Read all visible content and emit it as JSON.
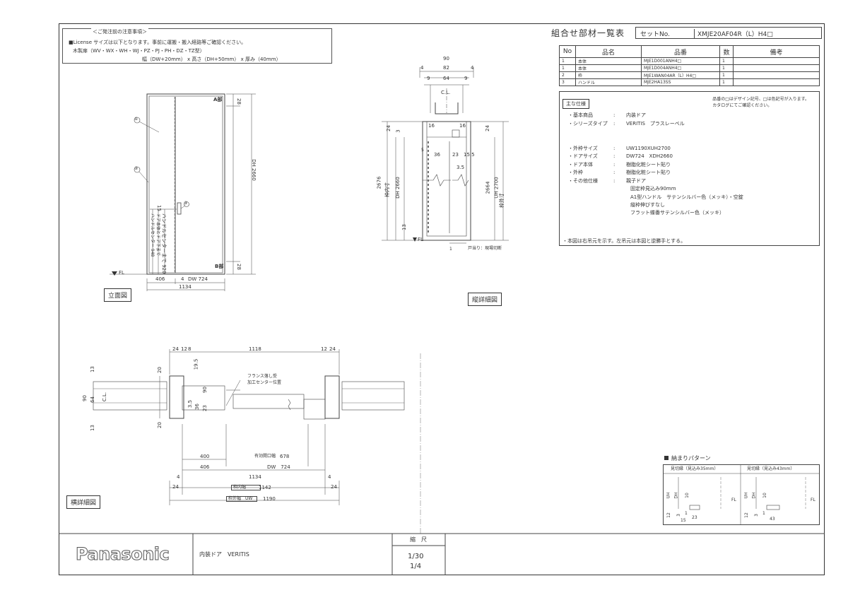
{
  "notice": {
    "title": "＜ご発注前の注意事項＞",
    "line1": "■License サイズは以下となります。事前に運搬・搬入経路等ご確認ください。",
    "line2": "木製扉（WV・WX・WH・WJ・PZ・PJ・PH・DZ・TZ型）",
    "line3": "幅（DW+20mm） x 高さ（DH+50mm） x 厚み（40mm）"
  },
  "header": {
    "title": "組合せ部材一覧表",
    "set_no_label": "セットNo.",
    "set_no": "XMJE20AF04R（L）H4□"
  },
  "parts_table": {
    "headers": [
      "No",
      "品名",
      "品番",
      "数",
      "備考"
    ],
    "rows": [
      {
        "no": "1",
        "name": "本体",
        "code": "MJE1D001ANH4□",
        "qty": "1"
      },
      {
        "no": "1",
        "name": "本体",
        "code": "MJE1D004ANH4□",
        "qty": "1"
      },
      {
        "no": "2",
        "name": "枠",
        "code": "MJE1WAN04AR（L）H4□",
        "qty": "1"
      },
      {
        "no": "3",
        "name": "ハンドル",
        "code": "MJE2HA13SS",
        "qty": "1"
      }
    ]
  },
  "spec": {
    "note_line1": "品番の□はデザイン記号、□は色記号が入ります。",
    "note_line2": "カタログにてご確認ください。",
    "heading": "主な仕様",
    "rows": [
      {
        "k": "・基本商品",
        "v": "内装ドア"
      },
      {
        "k": "・シリーズタイプ",
        "v": "VERITIS　プラスレーベル"
      },
      {
        "k": "・外枠サイズ",
        "v": "UW1190XUH2700"
      },
      {
        "k": "・ドアサイズ",
        "v": "DW724　XDH2660"
      },
      {
        "k": "・ドア本体",
        "v": "樹脂化粧シート貼り"
      },
      {
        "k": "・外枠",
        "v": "樹脂化粧シート貼り"
      },
      {
        "k": "・その他仕様",
        "v": "親子ドア"
      }
    ],
    "extra": [
      "固定枠見込み90mm",
      "A1型ハンドル　サテンシルバー色（メッキ）・空錠",
      "縦枠伸びすなし",
      "フラット蝶番サテンシルバー色（メッキ）"
    ],
    "footer": "・本図は右吊元を示す。左吊元は本図と逆勝手とする。"
  },
  "views": {
    "elevation": "立面図",
    "vertical": "縦詳細図",
    "horizontal": "横詳細図"
  },
  "elevation": {
    "a_mark": "A部",
    "b_mark": "B部",
    "dh_label": "DH 2660",
    "dim_28_top": "28",
    "dim_28_bot": "28",
    "fl": "FL",
    "w406": "406",
    "w4": "4",
    "dw": "DW 724",
    "w1134": "1134",
    "side_text": "ハンドルセンターまで 920",
    "side_text2": "ドア本体とドア下まで",
    "side_text3": "ハンドルセンター 948",
    "dim_15": "15",
    "c1": "①",
    "c2": "②",
    "c3": "③"
  },
  "vertical": {
    "w90": "90",
    "w4a": "4",
    "w82": "82",
    "w4b": "4",
    "w9a": "9",
    "w64": "64",
    "w9b": "9",
    "cl": "C.L.",
    "d24": "24",
    "d3": "3",
    "d16a": "16",
    "d16b": "16",
    "d36": "36",
    "d23": "23",
    "d155": "15.5",
    "d35": "3.5",
    "d24r": "24",
    "d13": "13",
    "dh2676": "2676",
    "dh_label": "DH 2660",
    "frame_in": "枠内寸",
    "h2664": "2664",
    "uh": "UH 2700",
    "frame_out": "枠外寸",
    "floor_note": "戸当り：現場切断",
    "fl": "FL",
    "d5": "5",
    "d1": "1"
  },
  "horizontal": {
    "d24a": "24",
    "d12a": "12",
    "d8": "8",
    "d1118": "1118",
    "d12b": "12",
    "d24b": "24",
    "d13a": "13",
    "d20a": "20",
    "d195": "19.5",
    "d90": "90",
    "d64": "64",
    "d35": "3.5",
    "d36": "36",
    "d23": "23",
    "d20b": "20",
    "d13b": "13",
    "cl": "C.L.",
    "flange": "フランス落し受",
    "flange2": "加工センター位置",
    "w400": "400",
    "eff": "有効開口幅",
    "w678": "678",
    "w406": "406",
    "dw": "DW　724",
    "w1134": "1134",
    "w4a": "4",
    "w4b": "4",
    "inner": "枠内幅",
    "w1142": "1142",
    "outer": "枠外幅　UW",
    "w1190": "1190",
    "w24a": "24",
    "w24b": "24"
  },
  "pattern": {
    "title": "納まりパターン",
    "col1": "見切縁（見込み35mm）",
    "col2": "見切縁（見込み43mm）",
    "uh": "UH",
    "dh": "DH",
    "fl": "FL",
    "d12": "12",
    "d3": "3",
    "d15": "15",
    "d23": "23",
    "d1": "1",
    "d43": "43",
    "d10": "10"
  },
  "footer": {
    "logo": "Panasonic",
    "product": "内装ドア　VERITIS",
    "scale_label": "縮　尺",
    "scale1": "1/30",
    "scale2": "1/4"
  }
}
